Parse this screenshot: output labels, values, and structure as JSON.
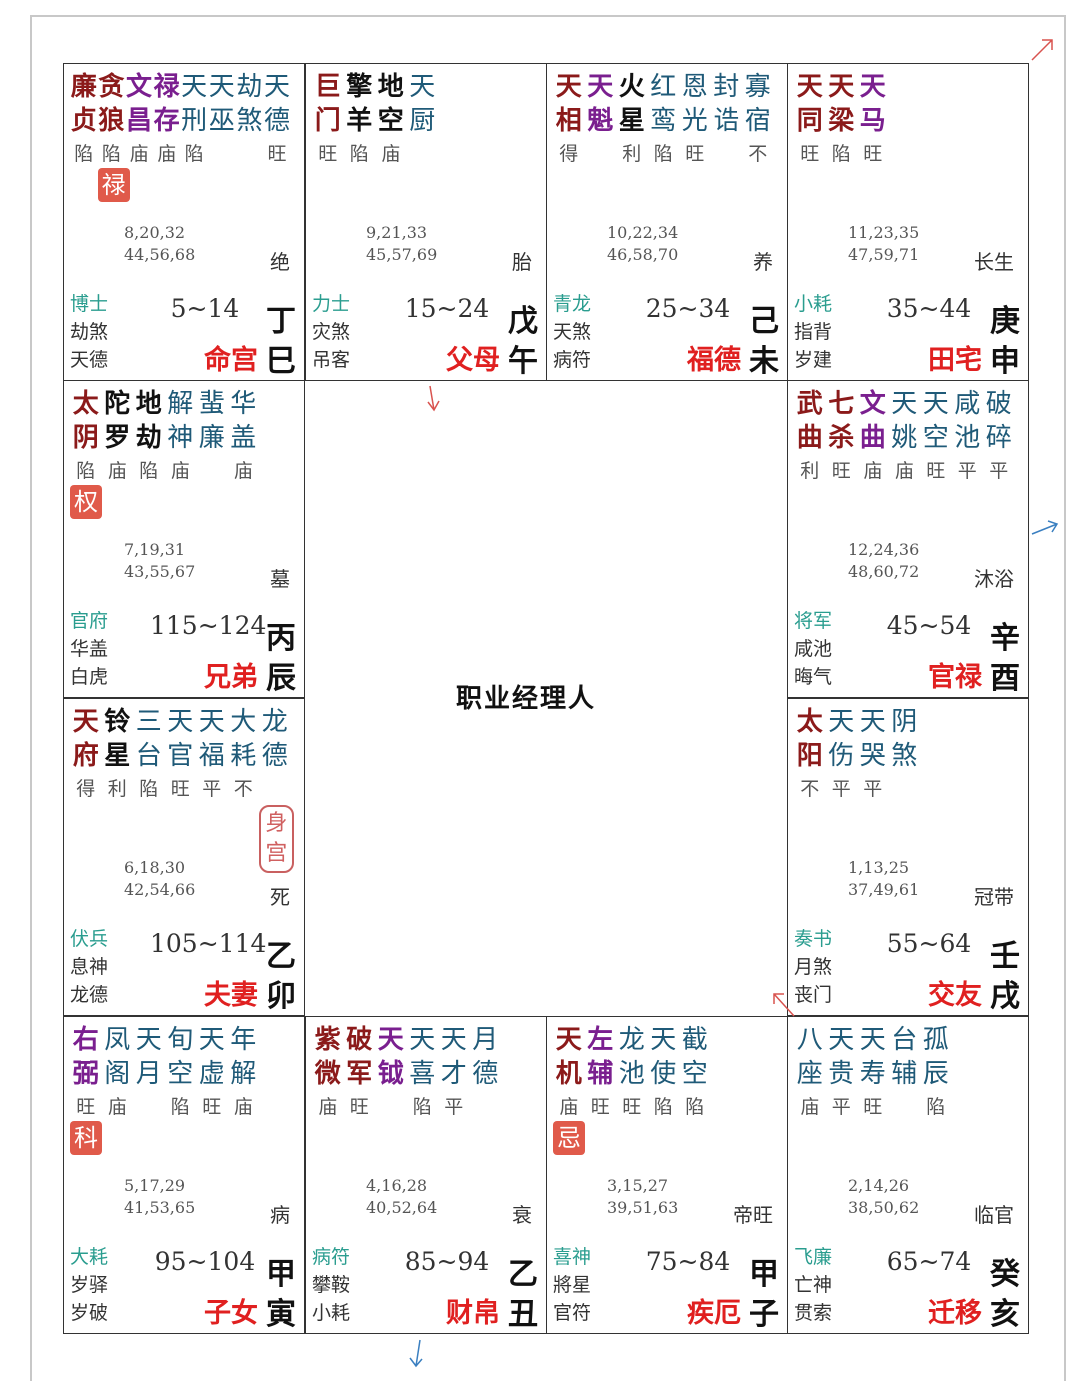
{
  "colors": {
    "r": "#8b1a1a",
    "p": "#7a1f8f",
    "k": "#111111",
    "b": "#1f5a78",
    "palace": "#e02020",
    "boshi": "#2a9d8f",
    "mutagen": "#e05a4a"
  },
  "center_title": "职业经理人",
  "palaces": [
    {
      "pos": [
        0,
        0
      ],
      "stars": [
        {
          "n": "廉贞",
          "c": "r",
          "br": "陷"
        },
        {
          "n": "贪狼",
          "c": "r",
          "br": "陷"
        },
        {
          "n": "文昌",
          "c": "p",
          "br": "庙"
        },
        {
          "n": "禄存",
          "c": "p",
          "br": "庙"
        },
        {
          "n": "天刑",
          "c": "b",
          "br": "陷"
        },
        {
          "n": "天巫",
          "c": "b",
          "br": ""
        },
        {
          "n": "劫煞",
          "c": "b",
          "br": ""
        },
        {
          "n": "天德",
          "c": "b",
          "br": "旺"
        }
      ],
      "mutagen": "禄",
      "mut_col": 1,
      "ages": [
        "8,20,32",
        "44,56,68"
      ],
      "growth": "绝",
      "boshi": "博士",
      "sq1": "劫煞",
      "sq2": "天德",
      "range": "5~14",
      "name": "命宫",
      "stem": "丁",
      "branch": "巳"
    },
    {
      "pos": [
        0,
        1
      ],
      "stars": [
        {
          "n": "巨门",
          "c": "r",
          "br": "旺"
        },
        {
          "n": "擎羊",
          "c": "k",
          "br": "陷"
        },
        {
          "n": "地空",
          "c": "k",
          "br": "庙"
        },
        {
          "n": "天厨",
          "c": "b",
          "br": ""
        }
      ],
      "ages": [
        "9,21,33",
        "45,57,69"
      ],
      "growth": "胎",
      "boshi": "力士",
      "sq1": "灾煞",
      "sq2": "吊客",
      "range": "15~24",
      "name": "父母",
      "stem": "戊",
      "branch": "午"
    },
    {
      "pos": [
        0,
        2
      ],
      "stars": [
        {
          "n": "天相",
          "c": "r",
          "br": "得"
        },
        {
          "n": "天魁",
          "c": "p",
          "br": ""
        },
        {
          "n": "火星",
          "c": "k",
          "br": "利"
        },
        {
          "n": "红鸾",
          "c": "b",
          "br": "陷"
        },
        {
          "n": "恩光",
          "c": "b",
          "br": "旺"
        },
        {
          "n": "封诰",
          "c": "b",
          "br": ""
        },
        {
          "n": "寡宿",
          "c": "b",
          "br": "不"
        }
      ],
      "ages": [
        "10,22,34",
        "46,58,70"
      ],
      "growth": "养",
      "boshi": "青龙",
      "sq1": "天煞",
      "sq2": "病符",
      "range": "25~34",
      "name": "福德",
      "stem": "己",
      "branch": "未"
    },
    {
      "pos": [
        0,
        3
      ],
      "stars": [
        {
          "n": "天同",
          "c": "r",
          "br": "旺"
        },
        {
          "n": "天梁",
          "c": "r",
          "br": "陷"
        },
        {
          "n": "天马",
          "c": "p",
          "br": "旺"
        }
      ],
      "ages": [
        "11,23,35",
        "47,59,71"
      ],
      "growth": "长生",
      "boshi": "小耗",
      "sq1": "指背",
      "sq2": "岁建",
      "range": "35~44",
      "name": "田宅",
      "stem": "庚",
      "branch": "申"
    },
    {
      "pos": [
        1,
        0
      ],
      "stars": [
        {
          "n": "太阴",
          "c": "r",
          "br": "陷"
        },
        {
          "n": "陀罗",
          "c": "k",
          "br": "庙"
        },
        {
          "n": "地劫",
          "c": "k",
          "br": "陷"
        },
        {
          "n": "解神",
          "c": "b",
          "br": "庙"
        },
        {
          "n": "蜚廉",
          "c": "b",
          "br": ""
        },
        {
          "n": "华盖",
          "c": "b",
          "br": "庙"
        }
      ],
      "mutagen": "权",
      "mut_col": 0,
      "ages": [
        "7,19,31",
        "43,55,67"
      ],
      "growth": "墓",
      "boshi": "官府",
      "sq1": "华盖",
      "sq2": "白虎",
      "range": "115~124",
      "name": "兄弟",
      "stem": "丙",
      "branch": "辰"
    },
    {
      "pos": [
        1,
        3
      ],
      "stars": [
        {
          "n": "武曲",
          "c": "r",
          "br": "利"
        },
        {
          "n": "七杀",
          "c": "r",
          "br": "旺"
        },
        {
          "n": "文曲",
          "c": "p",
          "br": "庙"
        },
        {
          "n": "天姚",
          "c": "b",
          "br": "庙"
        },
        {
          "n": "天空",
          "c": "b",
          "br": "旺"
        },
        {
          "n": "咸池",
          "c": "b",
          "br": "平"
        },
        {
          "n": "破碎",
          "c": "b",
          "br": "平"
        }
      ],
      "ages": [
        "12,24,36",
        "48,60,72"
      ],
      "growth": "沐浴",
      "boshi": "将军",
      "sq1": "咸池",
      "sq2": "晦气",
      "range": "45~54",
      "name": "官禄",
      "stem": "辛",
      "branch": "酉"
    },
    {
      "pos": [
        2,
        0
      ],
      "stars": [
        {
          "n": "天府",
          "c": "r",
          "br": "得"
        },
        {
          "n": "铃星",
          "c": "k",
          "br": "利"
        },
        {
          "n": "三台",
          "c": "b",
          "br": "陷"
        },
        {
          "n": "天官",
          "c": "b",
          "br": "旺"
        },
        {
          "n": "天福",
          "c": "b",
          "br": "平"
        },
        {
          "n": "大耗",
          "c": "b",
          "br": "不"
        },
        {
          "n": "龙德",
          "c": "b",
          "br": ""
        }
      ],
      "shengong": "身宫",
      "ages": [
        "6,18,30",
        "42,54,66"
      ],
      "growth": "死",
      "boshi": "伏兵",
      "sq1": "息神",
      "sq2": "龙德",
      "range": "105~114",
      "name": "夫妻",
      "stem": "乙",
      "branch": "卯"
    },
    {
      "pos": [
        2,
        3
      ],
      "stars": [
        {
          "n": "太阳",
          "c": "r",
          "br": "不"
        },
        {
          "n": "天伤",
          "c": "b",
          "br": "平"
        },
        {
          "n": "天哭",
          "c": "b",
          "br": "平"
        },
        {
          "n": "阴煞",
          "c": "b",
          "br": ""
        }
      ],
      "ages": [
        "1,13,25",
        "37,49,61"
      ],
      "growth": "冠带",
      "boshi": "奏书",
      "sq1": "月煞",
      "sq2": "丧门",
      "range": "55~64",
      "name": "交友",
      "stem": "壬",
      "branch": "戌"
    },
    {
      "pos": [
        3,
        0
      ],
      "stars": [
        {
          "n": "右弼",
          "c": "p",
          "br": "旺"
        },
        {
          "n": "凤阁",
          "c": "b",
          "br": "庙"
        },
        {
          "n": "天月",
          "c": "b",
          "br": ""
        },
        {
          "n": "旬空",
          "c": "b",
          "br": "陷"
        },
        {
          "n": "天虚",
          "c": "b",
          "br": "旺"
        },
        {
          "n": "年解",
          "c": "b",
          "br": "庙"
        }
      ],
      "mutagen": "科",
      "mut_col": 0,
      "ages": [
        "5,17,29",
        "41,53,65"
      ],
      "growth": "病",
      "boshi": "大耗",
      "sq1": "岁驿",
      "sq2": "岁破",
      "range": "95~104",
      "name": "子女",
      "stem": "甲",
      "branch": "寅"
    },
    {
      "pos": [
        3,
        1
      ],
      "stars": [
        {
          "n": "紫微",
          "c": "r",
          "br": "庙"
        },
        {
          "n": "破军",
          "c": "r",
          "br": "旺"
        },
        {
          "n": "天钺",
          "c": "p",
          "br": ""
        },
        {
          "n": "天喜",
          "c": "b",
          "br": "陷"
        },
        {
          "n": "天才",
          "c": "b",
          "br": "平"
        },
        {
          "n": "月德",
          "c": "b",
          "br": ""
        }
      ],
      "ages": [
        "4,16,28",
        "40,52,64"
      ],
      "growth": "衰",
      "boshi": "病符",
      "sq1": "攀鞍",
      "sq2": "小耗",
      "range": "85~94",
      "name": "财帛",
      "stem": "乙",
      "branch": "丑"
    },
    {
      "pos": [
        3,
        2
      ],
      "stars": [
        {
          "n": "天机",
          "c": "r",
          "br": "庙"
        },
        {
          "n": "左辅",
          "c": "p",
          "br": "旺"
        },
        {
          "n": "龙池",
          "c": "b",
          "br": "旺"
        },
        {
          "n": "天使",
          "c": "b",
          "br": "陷"
        },
        {
          "n": "截空",
          "c": "b",
          "br": "陷"
        }
      ],
      "mutagen": "忌",
      "mut_col": 0,
      "ages": [
        "3,15,27",
        "39,51,63"
      ],
      "growth": "帝旺",
      "boshi": "喜神",
      "sq1": "將星",
      "sq2": "官符",
      "range": "75~84",
      "name": "疾厄",
      "stem": "甲",
      "branch": "子"
    },
    {
      "pos": [
        3,
        3
      ],
      "stars": [
        {
          "n": "八座",
          "c": "b",
          "br": "庙"
        },
        {
          "n": "天贵",
          "c": "b",
          "br": "平"
        },
        {
          "n": "天寿",
          "c": "b",
          "br": "旺"
        },
        {
          "n": "台辅",
          "c": "b",
          "br": ""
        },
        {
          "n": "孤辰",
          "c": "b",
          "br": "陷"
        }
      ],
      "ages": [
        "2,14,26",
        "38,50,62"
      ],
      "growth": "临官",
      "boshi": "飞廉",
      "sq1": "亡神",
      "sq2": "贯索",
      "range": "65~74",
      "name": "迁移",
      "stem": "癸",
      "branch": "亥"
    }
  ]
}
